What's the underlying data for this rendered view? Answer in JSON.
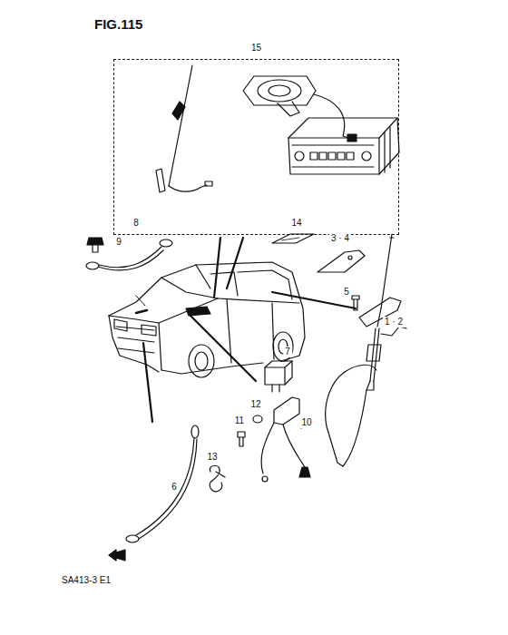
{
  "diagram": {
    "title": "FIG.115",
    "nodes": [
      {
        "text": [
          "15"
        ]
      }
    ],
    "labels": [
      "9",
      "8",
      "14",
      "3 · 4",
      "5",
      "1 · 2",
      "7",
      "12",
      "11",
      "10",
      "13",
      "6",
      "SA413-3 E1"
    ]
  }
}
